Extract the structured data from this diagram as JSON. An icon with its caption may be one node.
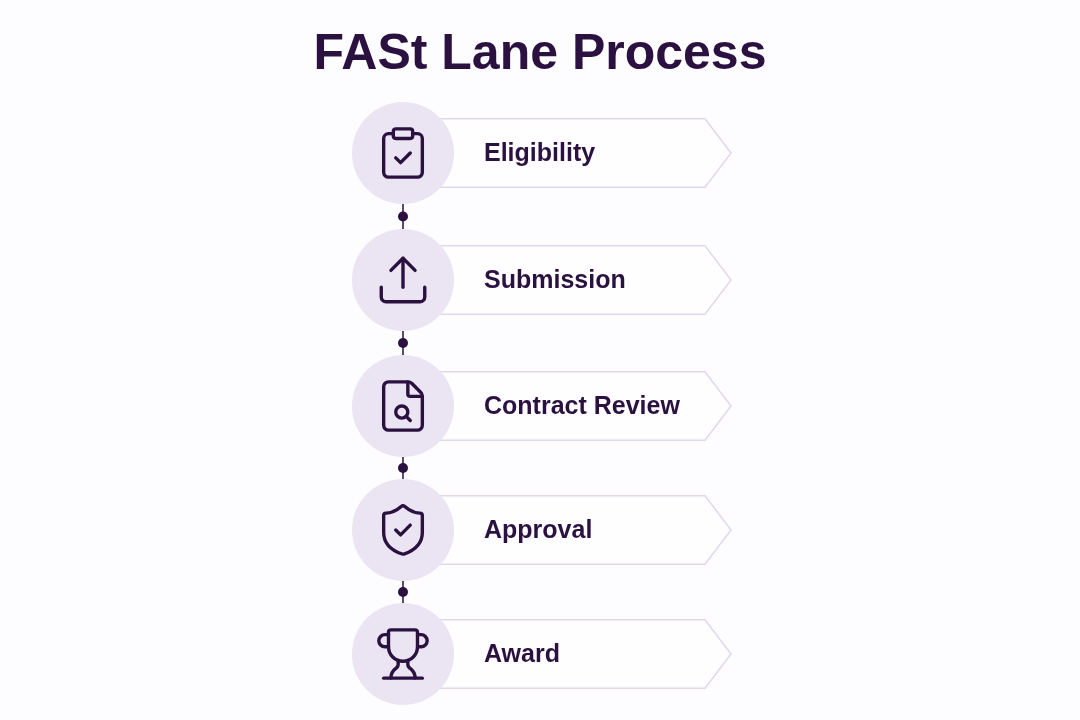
{
  "diagram": {
    "title": "FASt Lane Process",
    "nodes": [
      {
        "text": [],
        "shape": "circle"
      },
      {
        "text": [
          "Eligibility"
        ]
      },
      {
        "text": [],
        "shape": "circle"
      },
      {
        "text": [
          "Submission"
        ]
      },
      {
        "text": [],
        "shape": "circle"
      },
      {
        "text": [
          "Contract Review"
        ]
      },
      {
        "text": [],
        "shape": "circle"
      },
      {
        "text": [
          "Approval"
        ]
      },
      {
        "text": [],
        "shape": "circle"
      },
      {
        "text": [
          "Award"
        ]
      }
    ],
    "edges": [
      {
        "from": 0,
        "to": 2,
        "arrow": "none"
      },
      {
        "from": 2,
        "to": 4,
        "arrow": "none"
      },
      {
        "from": 4,
        "to": 6,
        "arrow": "none"
      },
      {
        "from": 6,
        "to": 8,
        "arrow": "none"
      }
    ]
  }
}
